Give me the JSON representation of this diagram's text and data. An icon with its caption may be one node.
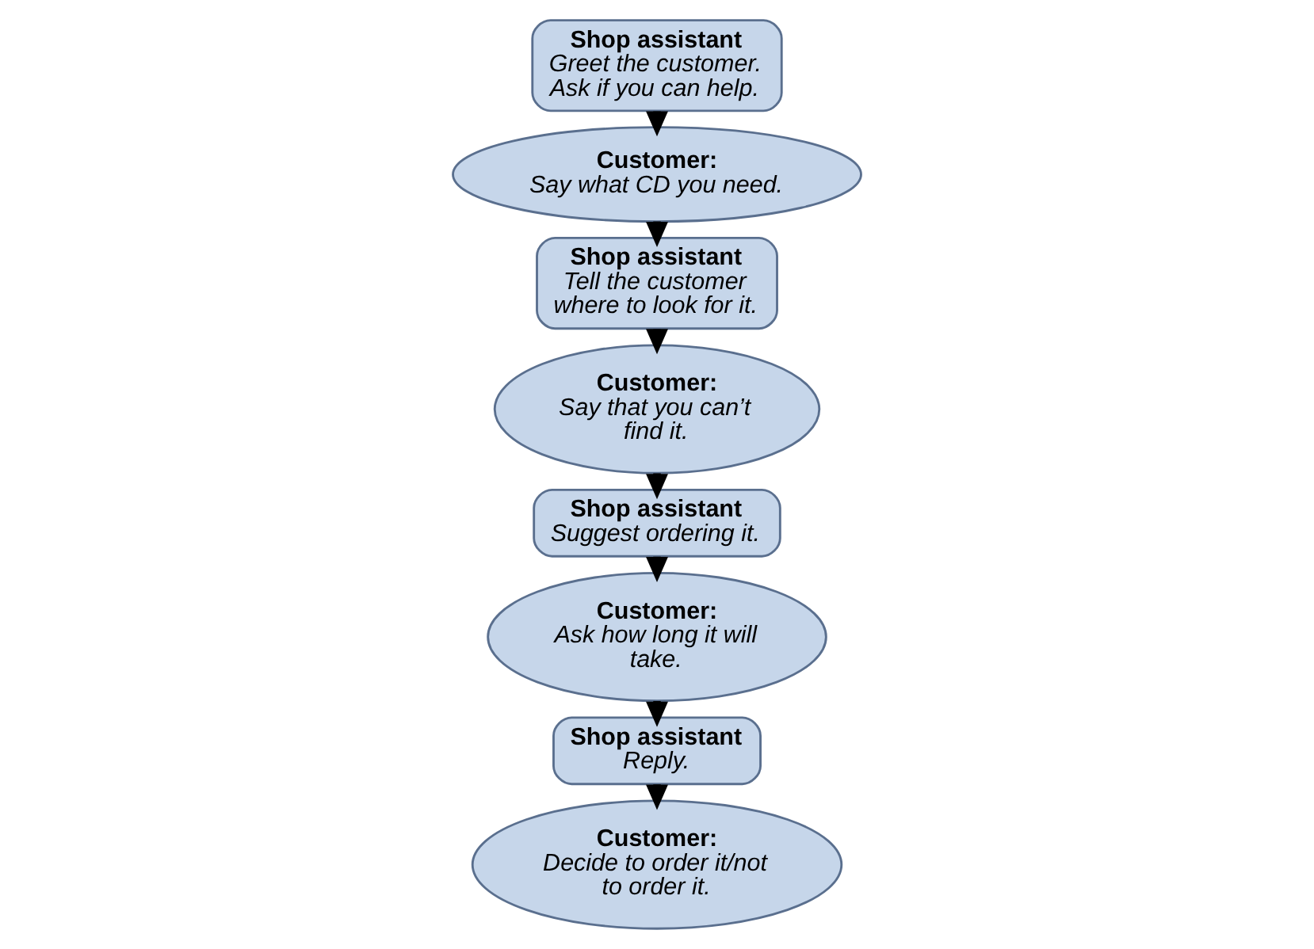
{
  "diagram": {
    "nodes": [
      {
        "text": [
          "Shop assistant",
          "Greet the customer. Ask if you can help."
        ]
      },
      {
        "text": [
          "Customer:",
          "Say what CD you need."
        ]
      },
      {
        "text": [
          "Shop assistant",
          "Tell the customer where to look for it."
        ]
      },
      {
        "text": [
          "Customer:",
          "Say that you can’t find it."
        ]
      },
      {
        "text": [
          "Shop assistant",
          "Suggest ordering it."
        ]
      },
      {
        "text": [
          "Customer:",
          "Ask how long it will take."
        ]
      },
      {
        "text": [
          "Shop assistant",
          "Reply."
        ]
      },
      {
        "text": [
          "Customer:",
          "Decide to order it/not to order it."
        ]
      }
    ],
    "edges": [
      {
        "from": 0,
        "to": 1,
        "arrow": "to"
      },
      {
        "from": 1,
        "to": 2,
        "arrow": "to"
      },
      {
        "from": 2,
        "to": 3,
        "arrow": "to"
      },
      {
        "from": 3,
        "to": 4,
        "arrow": "to"
      },
      {
        "from": 4,
        "to": 5,
        "arrow": "to"
      },
      {
        "from": 5,
        "to": 6,
        "arrow": "to"
      },
      {
        "from": 6,
        "to": 7,
        "arrow": "to"
      }
    ]
  }
}
